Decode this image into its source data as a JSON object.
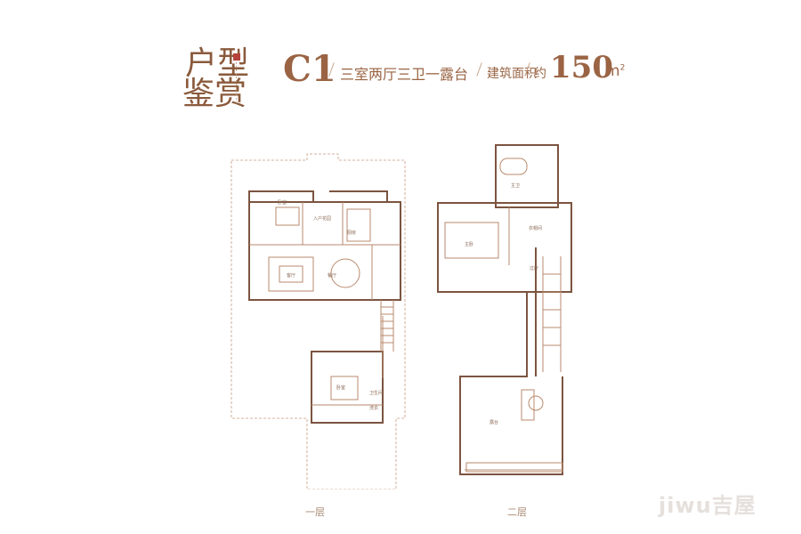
{
  "header": {
    "title_calligraphy_line1": "户型",
    "title_calligraphy_line2": "鉴赏",
    "model": "C1",
    "layout_desc": "三室两厅三卫一露台",
    "area_label": "建筑面积",
    "approx": "约",
    "area_value": "150",
    "area_unit": "m",
    "area_unit_sup": "2"
  },
  "floor1": {
    "label": "一层",
    "rooms": {
      "bedroom": "卧室",
      "entry": "入户花园",
      "kitchen": "厨房",
      "living": "客厅",
      "dining": "餐厅",
      "bedroom2": "卧室",
      "bath": "卫生间",
      "laundry": "洗衣"
    }
  },
  "floor2": {
    "label": "二层",
    "rooms": {
      "master": "主卧",
      "bath": "主卫",
      "closet": "衣帽间",
      "hall": "过厅",
      "terrace": "露台"
    }
  },
  "watermark": "jiwu吉屋",
  "colors": {
    "line": "#b98a6c",
    "wall": "#7c5440",
    "accent": "#9a6444"
  }
}
